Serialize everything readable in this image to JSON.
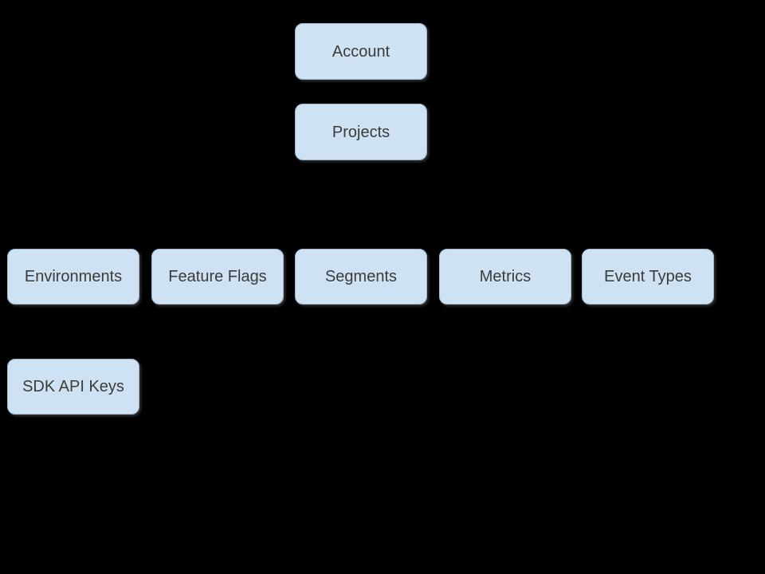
{
  "diagram": {
    "nodes": [
      {
        "id": "account",
        "label": "Account"
      },
      {
        "id": "projects",
        "label": "Projects"
      },
      {
        "id": "environments",
        "label": "Environments"
      },
      {
        "id": "feature-flags",
        "label": "Feature Flags"
      },
      {
        "id": "segments",
        "label": "Segments"
      },
      {
        "id": "metrics",
        "label": "Metrics"
      },
      {
        "id": "event-types",
        "label": "Event Types"
      },
      {
        "id": "sdk-api-keys",
        "label": "SDK API Keys"
      }
    ]
  },
  "colors": {
    "background": "#000000",
    "node_fill": "#cfe2f3",
    "node_border": "#9fb6cc",
    "node_text": "#3b3b3b"
  }
}
